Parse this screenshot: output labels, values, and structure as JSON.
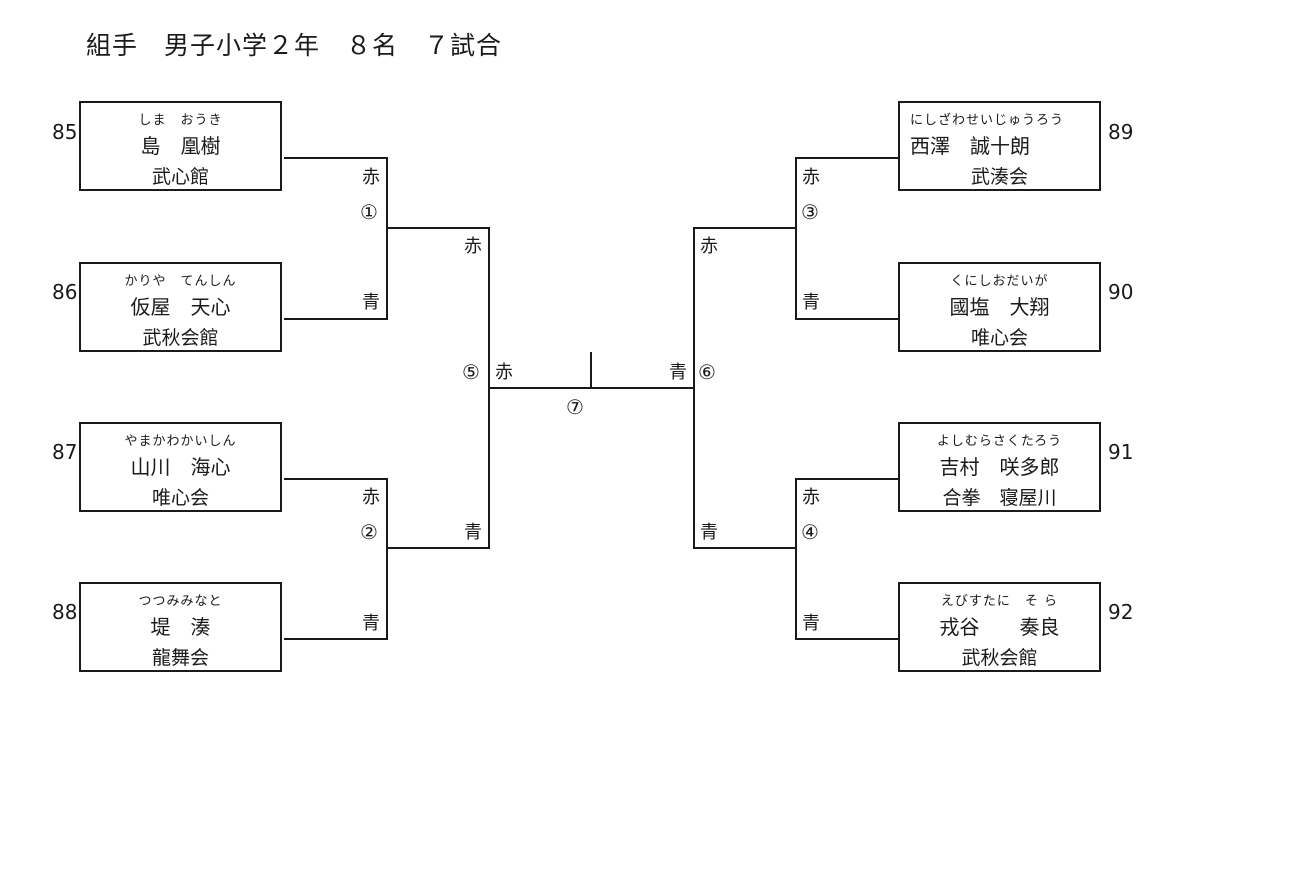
{
  "title": "組手　男子小学２年　８名　７試合",
  "players": [
    {
      "no": "85",
      "furigana": "しま　おうき",
      "name": "島　凰樹",
      "dojo": "武心館"
    },
    {
      "no": "86",
      "furigana": "かりや　てんしん",
      "name": "仮屋　天心",
      "dojo": "武秋会館"
    },
    {
      "no": "87",
      "furigana": "やまかわかいしん",
      "name": "山川　海心",
      "dojo": "唯心会"
    },
    {
      "no": "88",
      "furigana": "つつみみなと",
      "name": "堤　湊",
      "dojo": "龍舞会"
    },
    {
      "no": "89",
      "furigana": "にしざわせいじゅうろう",
      "name": "西澤　誠十朗",
      "dojo": "武湊会"
    },
    {
      "no": "90",
      "furigana": "くにしおだいが",
      "name": "國塩　大翔",
      "dojo": "唯心会"
    },
    {
      "no": "91",
      "furigana": "よしむらさくたろう",
      "name": "吉村　咲多郎",
      "dojo": "合拳　寝屋川"
    },
    {
      "no": "92",
      "furigana": "えびすたに　そ ら",
      "name": "戎谷　　奏良",
      "dojo": "武秋会館"
    }
  ],
  "labels": {
    "red": "赤",
    "blue": "青"
  },
  "matches": [
    "①",
    "②",
    "③",
    "④",
    "⑤",
    "⑥",
    "⑦"
  ]
}
